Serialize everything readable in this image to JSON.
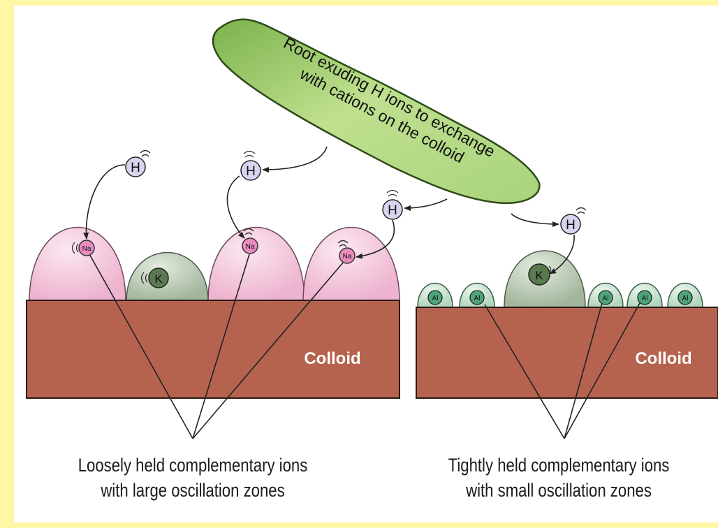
{
  "root": {
    "line1": "Root exuding H ions to exchange",
    "line2": "with cations on the colloid"
  },
  "colloid_label": "Colloid",
  "ion_labels": {
    "h": "H",
    "na": "Na",
    "k": "K",
    "al": "Al"
  },
  "captions": {
    "left": {
      "line1": "Loosely held complementary ions",
      "line2": "with large oscillation zones"
    },
    "right": {
      "line1": "Tightly held complementary ions",
      "line2": "with small oscillation zones"
    }
  },
  "colors": {
    "background": "#fdf7a6",
    "panel": "#ffffff",
    "colloid": "#b5634f",
    "na_cation": "#f3c8dd",
    "k_cation": "#b9c9b3",
    "al_cation": "#c9e3d1",
    "h_ion": "#d8d4f0",
    "root": "#a8d47a"
  }
}
